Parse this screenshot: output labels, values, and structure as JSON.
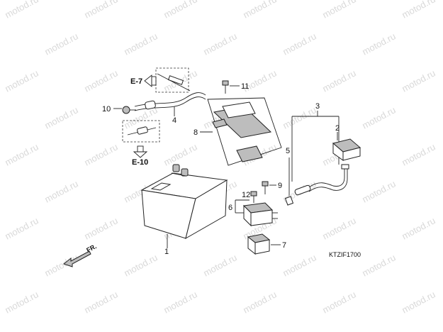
{
  "watermark": {
    "text": "motod.ru",
    "color": "#d9d9d9"
  },
  "diagram_code": "KTZIF1700",
  "direction_label": "FR.",
  "references": {
    "e7": "E-7",
    "e10": "E-10"
  },
  "callouts": {
    "p1": "1",
    "p2": "2",
    "p3": "3",
    "p4": "4",
    "p5": "5",
    "p6": "6",
    "p7": "7",
    "p8": "8",
    "p9": "9",
    "p10": "10",
    "p11": "11",
    "p12": "12"
  }
}
